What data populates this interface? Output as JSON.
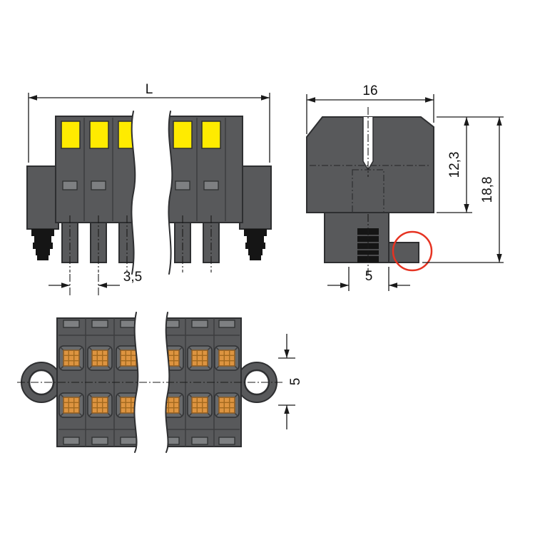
{
  "drawing": {
    "views": {
      "front": {
        "dim_total_length": "L",
        "dim_pole_pitch": "3,5"
      },
      "side": {
        "dim_width": "16",
        "dim_height_upper": "12,3",
        "dim_height_total": "18,8",
        "dim_pin_spacing": "5"
      },
      "bottom": {
        "dim_row_spacing": "5"
      }
    },
    "colors": {
      "housing_gray": "#58595b",
      "outline_dark": "#2e2f31",
      "button_yellow": "#ffeb00",
      "contact_orange": "#dd9440",
      "highlight_red": "#e63322",
      "dimension_line": "#1a1a1a",
      "background": "#ffffff"
    }
  }
}
